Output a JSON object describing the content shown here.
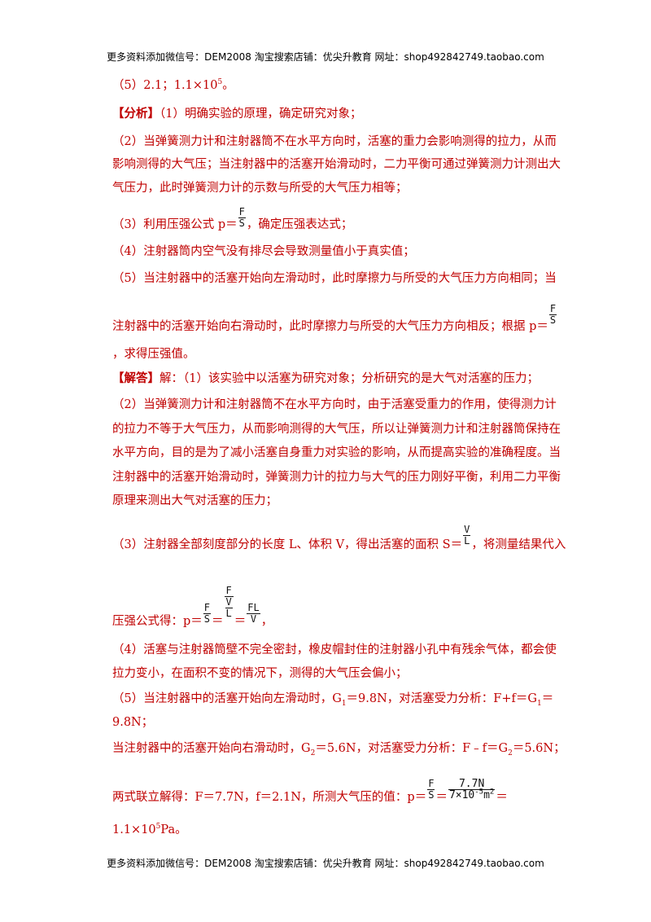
{
  "header": "更多资料添加微信号：DEM2008    淘宝搜索店铺：优尖升教育  网址：shop492842749.taobao.com",
  "footer": "更多资料添加微信号：DEM2008    淘宝搜索店铺：优尖升教育  网址：shop492842749.taobao.com",
  "lines": {
    "l1_a": "（5）2.1；1.1×10",
    "l1_exp": "5",
    "l1_b": "。",
    "l2_tag": "【分析】",
    "l2": "（1）明确实验的原理，确定研究对象；",
    "l3": "（2）当弹簧测力计和注射器筒不在水平方向时，活塞的重力会影响测得的拉力，从而",
    "l4": "影响测得的大气压；当注射器中的活塞开始滑动时，二力平衡可通过弹簧测力计测出大",
    "l5": "气压力，此时弹簧测力计的示数与所受的大气压力相等；",
    "l6_a": "（3）利用压强公式 p＝",
    "l6_b": "，确定压强表达式；",
    "l7": "（4）注射器筒内空气没有排尽会导致测量值小于真实值；",
    "l8": "（5）当注射器中的活塞开始向左滑动时，此时摩擦力与所受的大气压力方向相同；当",
    "l9_a": "注射器中的活塞开始向右滑动时，此时摩擦力与所受的大气压力方向相反；根据 p＝",
    "l10": "，求得压强值。",
    "l11_tag": "【解答】",
    "l11": "解：（1）该实验中以活塞为研究对象；分析研究的是大气对活塞的压力；",
    "l12": "（2）当弹簧测力计和注射器筒不在水平方向时，由于活塞受重力的作用，使得测力计",
    "l13": "的拉力不等于大气压力，从而影响测得的大气压，所以让弹簧测力计和注射器筒保持在",
    "l14": "水平方向，目的是为了减小活塞自身重力对实验的影响，从而提高实验的准确程度。当",
    "l15": "注射器中的活塞开始滑动时，弹簧测力计的拉力与大气的压力刚好平衡，利用二力平衡",
    "l16": "原理来测出大气对活塞的压力；",
    "l17_a": "（3）注射器全部刻度部分的长度 L、体积 V，得出活塞的面积 S＝",
    "l17_b": "，将测量结果代入",
    "l18_a": "压强公式得：p＝",
    "l19": "（4）活塞与注射器筒壁不完全密封，橡皮帽封住的注射器小孔中有残余气体，都会使",
    "l20": "拉力变小，在面积不变的情况下，测得的大气压会偏小；",
    "l21_a": "（5）当注射器中的活塞开始向左滑动时，G",
    "l21_b": "＝9.8N，对活塞受力分析：F+f＝G",
    "l21_c": "＝",
    "l22": "9.8N；",
    "l23_a": "当注射器中的活塞开始向右滑动时，G",
    "l23_b": "＝5.6N，对活塞受力分析：F﹣f＝G",
    "l23_c": "＝5.6N；",
    "l24_a": "两式联立解得：F＝7.7N，f＝2.1N，所测大气压的值：p＝",
    "l24_b": "＝",
    "l25_a": "1.1×10",
    "l25_exp": "5",
    "l25_b": "Pa。",
    "sub1": "1",
    "sub2": "2",
    "eq": "＝",
    "comma": "，"
  },
  "formulas": {
    "F": "F",
    "S": "S",
    "V": "V",
    "L": "L",
    "FL": "FL",
    "num77": "7.7N",
    "den_a": "7×10",
    "den_exp": "-5",
    "den_b": "m",
    "den_exp2": "2"
  }
}
